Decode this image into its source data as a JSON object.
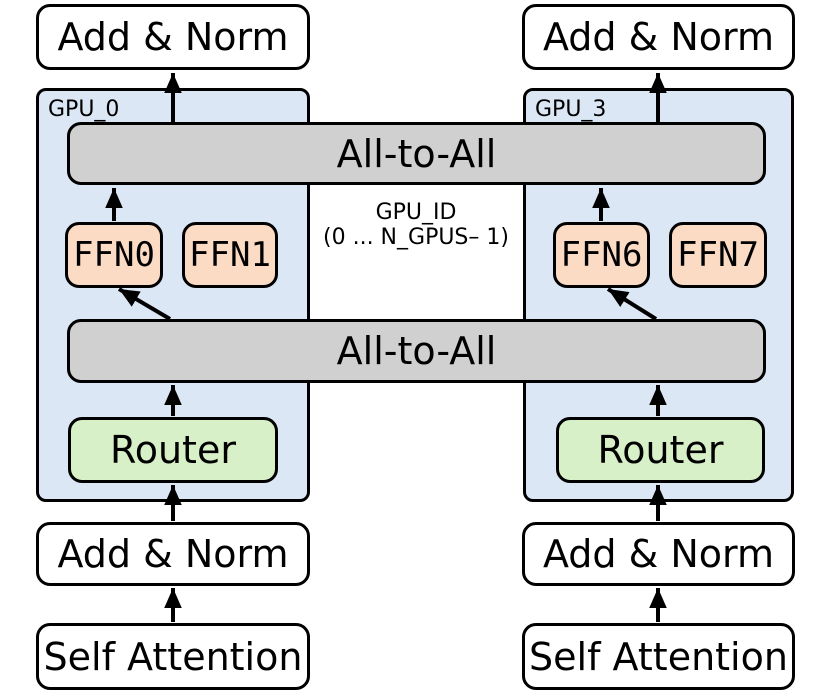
{
  "diagram": {
    "left_column": {
      "add_norm_top": "Add & Norm",
      "gpu_label": "GPU_0",
      "ffn_boxes": [
        "FFN0",
        "FFN1"
      ],
      "router_label": "Router",
      "add_norm_bottom": "Add & Norm",
      "self_attention": "Self Attention"
    },
    "right_column": {
      "add_norm_top": "Add & Norm",
      "gpu_label": "GPU_3",
      "ffn_boxes": [
        "FFN6",
        "FFN7"
      ],
      "router_label": "Router",
      "add_norm_bottom": "Add & Norm",
      "self_attention": "Self Attention"
    },
    "shared_bars": {
      "all_to_all_top": "All-to-All",
      "all_to_all_bottom": "All-to-All"
    },
    "center_annotation": {
      "line1": "GPU_ID",
      "line2": "(0 ... N_GPUS– 1)"
    },
    "colors": {
      "gpu_box_fill": "#dbe7f5",
      "all_to_all_fill": "#d0d0d0",
      "ffn_fill": "#fcdbc5",
      "router_fill": "#d8f0c8",
      "plain_box_fill": "#ffffff",
      "border": "#000000"
    }
  }
}
